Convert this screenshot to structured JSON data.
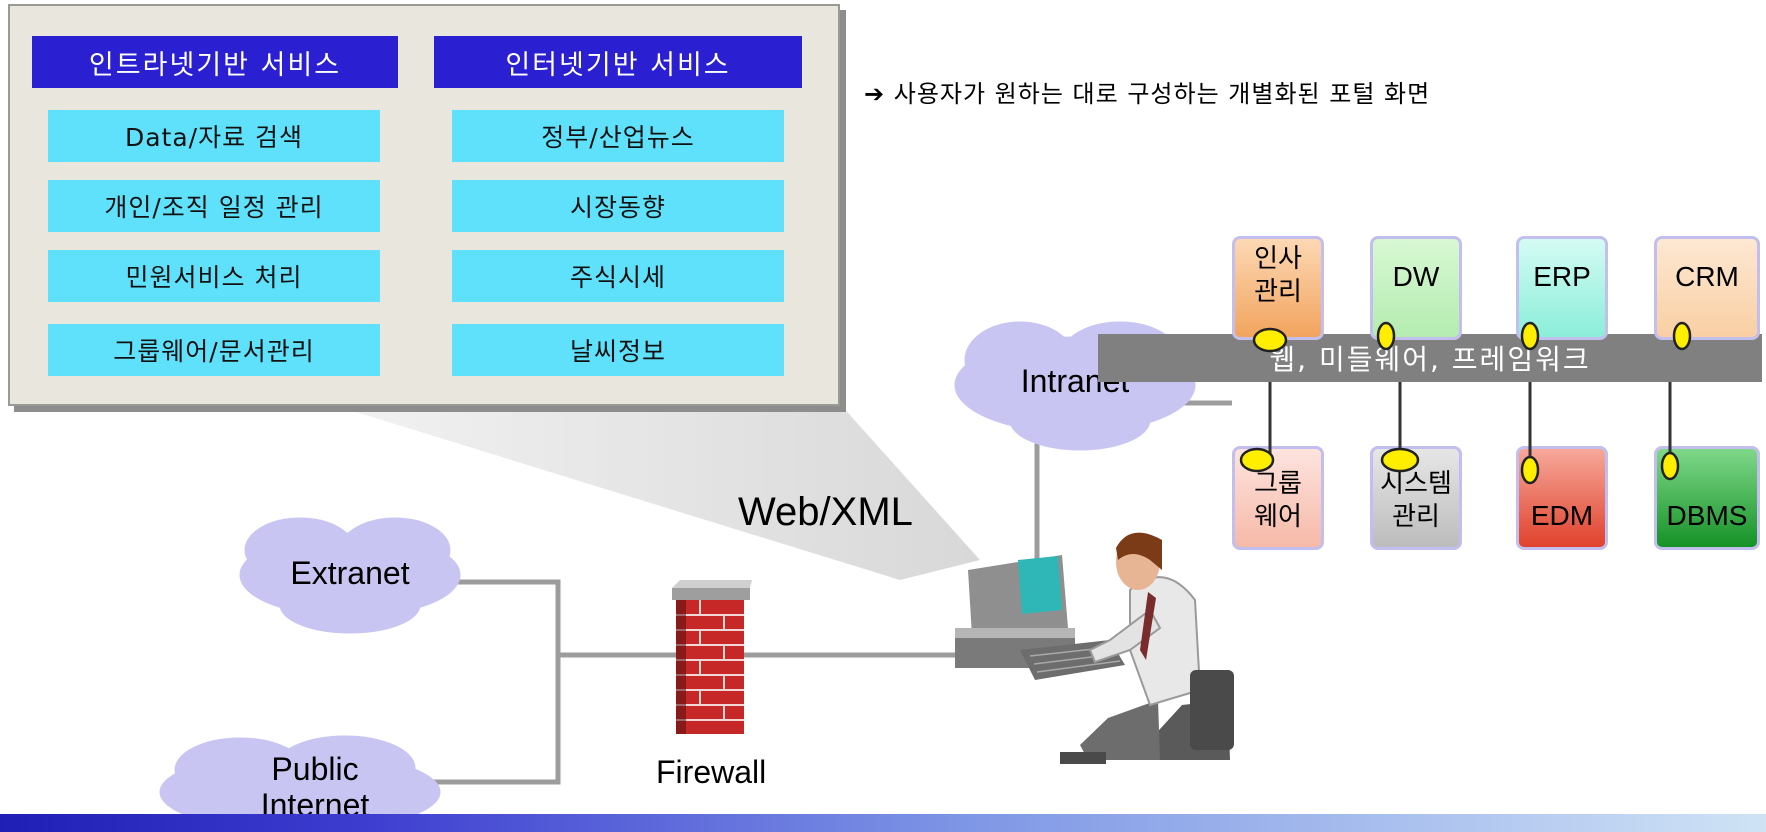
{
  "portal": {
    "intranet_header": "인트라넷기반 서비스",
    "internet_header": "인터넷기반 서비스",
    "intranet_services": [
      "Data/자료 검색",
      "개인/조직 일정 관리",
      "민원서비스 처리",
      "그룹웨어/문서관리"
    ],
    "internet_services": [
      "정부/산업뉴스",
      "시장동향",
      "주식시세",
      "날씨정보"
    ]
  },
  "note": "➔ 사용자가 원하는 대로 구성하는 개별화된 포털 화면",
  "network": {
    "intranet": "Intranet",
    "extranet": "Extranet",
    "public_internet_line1": "Public",
    "public_internet_line2": "Internet",
    "web_xml": "Web/XML",
    "firewall": "Firewall",
    "middleware_bus": "웹, 미들웨어, 프레임워크"
  },
  "systems_top": [
    {
      "line1": "인사",
      "line2": "관리",
      "color": "#f2b478"
    },
    {
      "line1": "DW",
      "line2": "",
      "color": "#c7f5c2"
    },
    {
      "line1": "ERP",
      "line2": "",
      "color": "#a7f3e6"
    },
    {
      "line1": "CRM",
      "line2": "",
      "color": "#fbd8b0"
    }
  ],
  "systems_bottom": [
    {
      "line1": "그룹",
      "line2": "웨어",
      "color": "#f9c8bc"
    },
    {
      "line1": "시스템",
      "line2": "관리",
      "color": "#cdcdcd"
    },
    {
      "line1": "EDM",
      "line2": "",
      "color": "#e2523e"
    },
    {
      "line1": "DBMS",
      "line2": "",
      "color": "#1f9a2c"
    }
  ]
}
